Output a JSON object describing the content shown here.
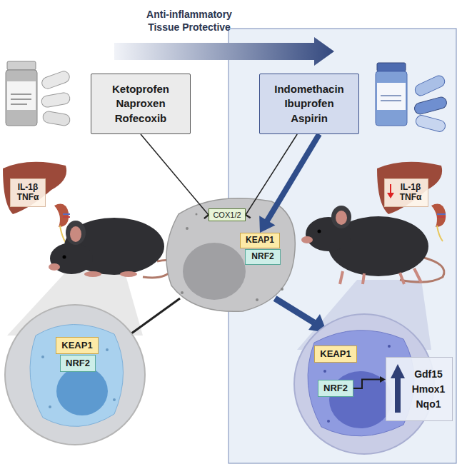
{
  "diagram": {
    "nodes": [
      {
        "text": [
          "Ketoprofen Naproxen Rofecoxib"
        ]
      },
      {
        "text": [
          "Indomethacin Ibuprofen Aspirin"
        ]
      },
      {
        "text": [
          "COX1/2"
        ]
      },
      {
        "text": [
          "KEAP1"
        ]
      },
      {
        "text": [
          "NRF2"
        ]
      },
      {
        "text": [
          "IL-1β TNFα"
        ]
      },
      {
        "text": [
          "IL-1β TNFα"
        ]
      },
      {
        "text": [
          "KEAP1"
        ]
      },
      {
        "text": [
          "NRF2"
        ]
      },
      {
        "text": [
          "KEAP1"
        ]
      },
      {
        "text": [
          "NRF2"
        ]
      },
      {
        "text": [
          "Gdf15 Hmox1 Nqo1"
        ]
      }
    ],
    "edges": [
      {
        "from": 0,
        "to": 2,
        "arrow": "to"
      },
      {
        "from": 1,
        "to": 2,
        "arrow": "to"
      },
      {
        "from": 1,
        "to": 3,
        "arrow": "to"
      },
      {
        "from": 10,
        "to": 11,
        "arrow": "to"
      }
    ],
    "labels": [
      "Anti-inflammatory Tissue Protective"
    ]
  }
}
